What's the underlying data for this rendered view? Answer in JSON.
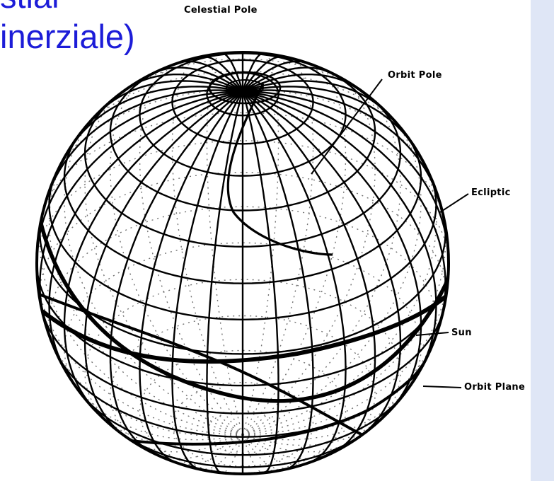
{
  "slide": {
    "title_line1": "stial",
    "title_line2": "inerziale)",
    "colors": {
      "title": "#1c1cd8",
      "side_bar": "#dfe6f6",
      "ink": "#000000"
    }
  },
  "diagram": {
    "labels": {
      "celestial_pole": "Celestial Pole",
      "orbit_pole": "Orbit Pole",
      "ecliptic": "Ecliptic",
      "sun": "Sun",
      "orbit_plane": "Orbit Plane"
    }
  }
}
